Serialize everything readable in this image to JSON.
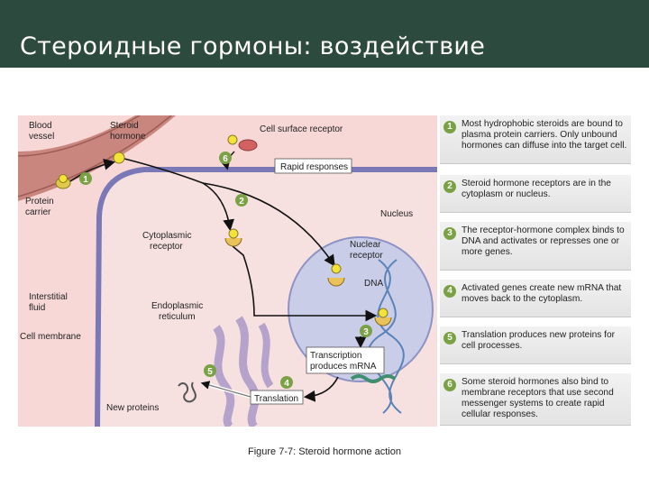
{
  "header": {
    "title": "Стероидные гормоны: воздействие"
  },
  "diagram": {
    "labels": {
      "blood_vessel_1": "Blood",
      "blood_vessel_2": "vessel",
      "steroid_hormone_1": "Steroid",
      "steroid_hormone_2": "hormone",
      "cell_surface_receptor": "Cell surface receptor",
      "rapid_responses": "Rapid responses",
      "protein_carrier_1": "Protein",
      "protein_carrier_2": "carrier",
      "nucleus": "Nucleus",
      "cytoplasmic_receptor_1": "Cytoplasmic",
      "cytoplasmic_receptor_2": "receptor",
      "nuclear_receptor_1": "Nuclear",
      "nuclear_receptor_2": "receptor",
      "dna": "DNA",
      "interstitial_fluid_1": "Interstitial",
      "interstitial_fluid_2": "fluid",
      "endoplasmic_reticulum_1": "Endoplasmic",
      "endoplasmic_reticulum_2": "reticulum",
      "cell_membrane": "Cell membrane",
      "transcription_1": "Transcription",
      "transcription_2": "produces mRNA",
      "translation": "Translation",
      "new_proteins": "New proteins"
    },
    "markers": {
      "m1": "1",
      "m2": "2",
      "m3": "3",
      "m4": "4",
      "m5": "5",
      "m6": "6"
    }
  },
  "steps": [
    {
      "num": "1",
      "text": "Most hydrophobic steroids are bound to plasma protein carriers. Only unbound hormones can diffuse into the target cell."
    },
    {
      "num": "2",
      "text": "Steroid hormone receptors are in the cytoplasm or nucleus."
    },
    {
      "num": "3",
      "text": "The receptor-hormone complex binds to DNA and activates or represses one or more genes."
    },
    {
      "num": "4",
      "text": "Activated genes create new mRNA that moves back to the cytoplasm."
    },
    {
      "num": "5",
      "text": "Translation produces new proteins for cell processes."
    },
    {
      "num": "6",
      "text": "Some steroid hormones also bind to membrane receptors that use second messenger systems to create rapid cellular responses."
    }
  ],
  "caption": "Figure 7-7: Steroid hormone action",
  "colors": {
    "header_bg": "#2d4a3e",
    "marker_green": "#7aa244",
    "interstitial_pink": "#f7d8d6",
    "cytoplasm_pink": "#f6e1e0",
    "membrane_purple": "#7b78b8",
    "nucleus_blue": "#c9cde8",
    "hormone_yellow": "#f2e23a"
  }
}
